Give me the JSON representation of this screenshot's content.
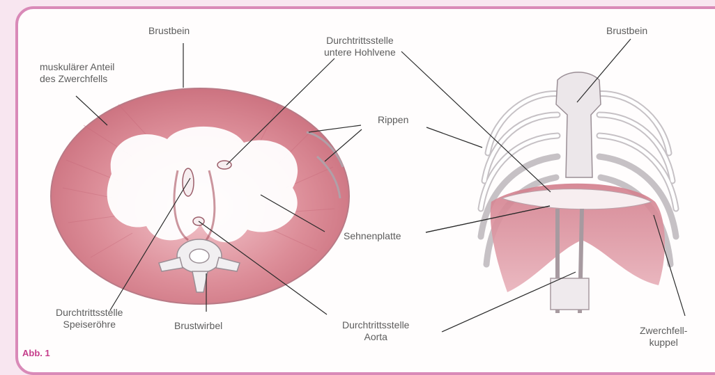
{
  "figure": {
    "caption": "Abb. 1",
    "labels": {
      "brustbein_left": "Brustbein",
      "muskularer_anteil": "muskulärer Anteil\ndes Zwerchfells",
      "durchtritt_hohlvene": "Durchtrittsstelle\nuntere Hohlvene",
      "brustbein_right": "Brustbein",
      "rippen": "Rippen",
      "sehnenplatte": "Sehnenplatte",
      "durchtritt_speiseroehre": "Durchtrittsstelle\nSpeiseröhre",
      "brustwirbel": "Brustwirbel",
      "durchtritt_aorta": "Durchtrittsstelle\nAorta",
      "zwerchfellkuppel": "Zwerchfell-\nkuppel"
    }
  },
  "colors": {
    "frame_border": "#d98ab8",
    "page_bg": "#f8e6f0",
    "caption": "#c53d8b",
    "muscle": "#d7848f",
    "tendon": "#ffffff",
    "bone": "#eceaec",
    "line": "#2a2a2a"
  }
}
